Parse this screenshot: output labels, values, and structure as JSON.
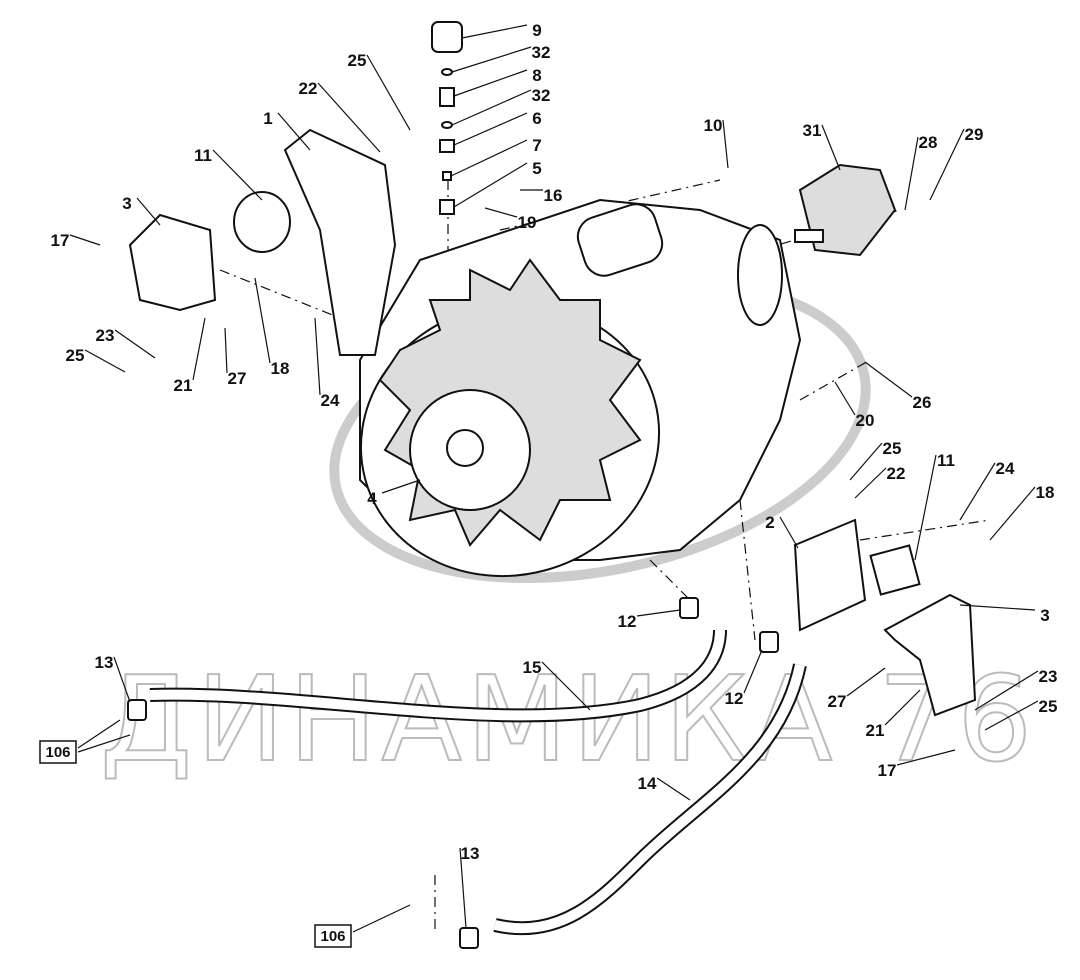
{
  "title": "Transmission assembly parts diagram",
  "watermark": "ДИНАМИКА 76",
  "callouts": [
    "9",
    "32",
    "8",
    "32",
    "6",
    "7",
    "5",
    "16",
    "19",
    "25",
    "22",
    "1",
    "11",
    "3",
    "17",
    "23",
    "25",
    "21",
    "27",
    "18",
    "24",
    "10",
    "31",
    "28",
    "29",
    "26",
    "20",
    "4",
    "25",
    "22",
    "11",
    "24",
    "18",
    "2",
    "3",
    "12",
    "15",
    "12",
    "27",
    "21",
    "23",
    "25",
    "17",
    "13",
    "14",
    "13"
  ],
  "references": [
    "106",
    "106"
  ]
}
